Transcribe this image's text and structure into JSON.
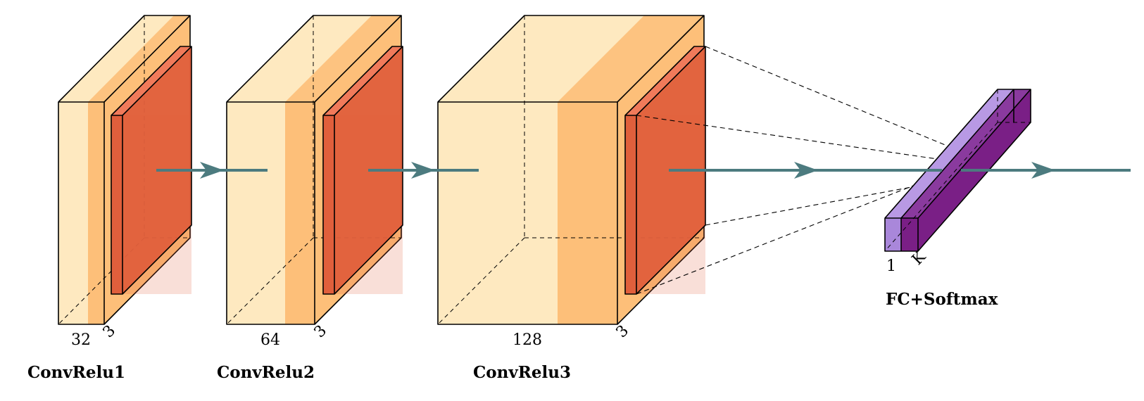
{
  "layers": [
    {
      "name": "ConvRelu1",
      "width_label": "32",
      "depth_label": "3"
    },
    {
      "name": "ConvRelu2",
      "width_label": "64",
      "depth_label": "3"
    },
    {
      "name": "ConvRelu3",
      "width_label": "128",
      "depth_label": "3"
    }
  ],
  "fc": {
    "name": "FC+Softmax",
    "label_a": "1",
    "label_b": "K"
  },
  "colors": {
    "conv_light": "#fee9c0",
    "conv_dark": "#fdbf79",
    "relu": "#e05f3c",
    "relu_top": "#f07a5a",
    "fc_light": "#a987da",
    "fc_dark": "#7a1f86",
    "fc_top_light": "#b899e4",
    "arrow": "#4c7b7f"
  }
}
